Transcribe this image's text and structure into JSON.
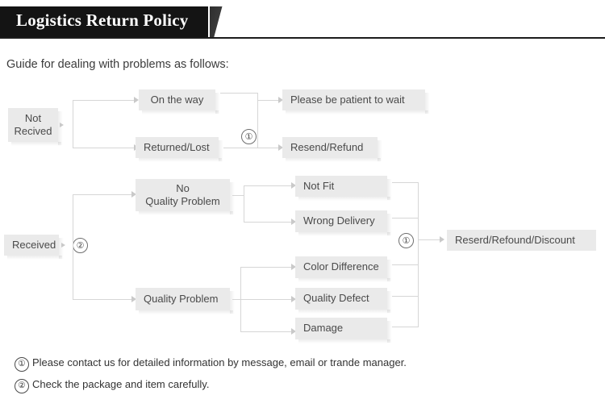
{
  "header": {
    "title": "Logistics Return Policy"
  },
  "intro": "Guide for dealing with problems as follows:",
  "flow": {
    "not_received": {
      "label_line1": "Not",
      "label_line2": "Recived",
      "children": [
        {
          "label": "On the way",
          "result": "Please be patient to wait"
        },
        {
          "label": "Returned/Lost",
          "result": "Resend/Refund"
        }
      ],
      "marker": "①"
    },
    "received": {
      "label": "Received",
      "marker": "②",
      "branches": [
        {
          "label_line1": "No",
          "label_line2": "Quality Problem",
          "reasons": [
            "Not Fit",
            "Wrong Delivery"
          ]
        },
        {
          "label_line1": "Quality Problem",
          "label_line2": "",
          "reasons": [
            "Color Difference",
            "Quality Defect",
            "Damage"
          ]
        }
      ],
      "merge_marker": "①",
      "result": "Reserd/Refound/Discount"
    }
  },
  "notes": [
    {
      "num": "①",
      "text": "Please contact us for detailed information by message, email or trande manager."
    },
    {
      "num": "②",
      "text": "Check the package and item carefully."
    }
  ],
  "colors": {
    "banner_bg": "#141414",
    "node_bg": "#eaeaea",
    "node_text": "#4a4a4a",
    "connector": "#d6d6d6",
    "arrow": "#c9c9c9"
  }
}
